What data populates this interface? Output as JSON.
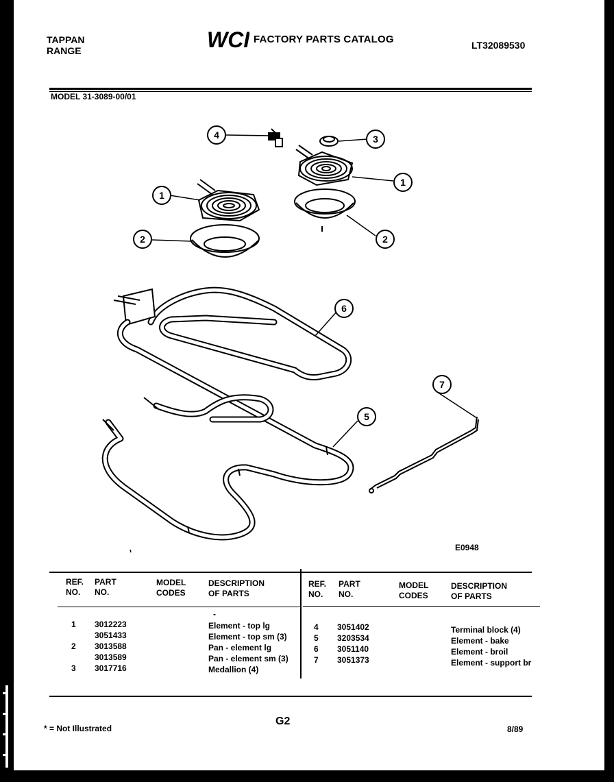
{
  "header": {
    "brand_line1": "TAPPAN",
    "brand_line2": "RANGE",
    "logo_text": "WCI",
    "catalog_title": "FACTORY PARTS CATALOG",
    "catalog_number": "LT32089530"
  },
  "model_line": "MODEL 31-3089-00/01",
  "diagram": {
    "callouts": [
      "1",
      "2",
      "3",
      "4",
      "5",
      "6",
      "7"
    ],
    "figure_code": "E0948"
  },
  "table": {
    "headers": {
      "ref_no_1": "REF.",
      "ref_no_2": "NO.",
      "part_no_1": "PART",
      "part_no_2": "NO.",
      "model_codes_1": "MODEL",
      "model_codes_2": "CODES",
      "description_1": "DESCRIPTION",
      "description_2": "OF PARTS"
    },
    "dash": "-",
    "left_rows": [
      {
        "ref": "1",
        "part": "3012223",
        "desc": "Element - top lg"
      },
      {
        "ref": "",
        "part": "3051433",
        "desc": "Element - top sm (3)"
      },
      {
        "ref": "2",
        "part": "3013588",
        "desc": "Pan - element lg"
      },
      {
        "ref": "",
        "part": "3013589",
        "desc": "Pan - element sm (3)"
      },
      {
        "ref": "3",
        "part": "3017716",
        "desc": "Medallion (4)"
      }
    ],
    "right_rows": [
      {
        "ref": "4",
        "part": "3051402",
        "desc": "Terminal block (4)"
      },
      {
        "ref": "5",
        "part": "3203534",
        "desc": "Element - bake"
      },
      {
        "ref": "6",
        "part": "3051140",
        "desc": "Element - broil"
      },
      {
        "ref": "7",
        "part": "3051373",
        "desc": "Element - support br"
      }
    ]
  },
  "footer": {
    "note": "* = Not Illustrated",
    "page": "G2",
    "date": "8/89"
  }
}
